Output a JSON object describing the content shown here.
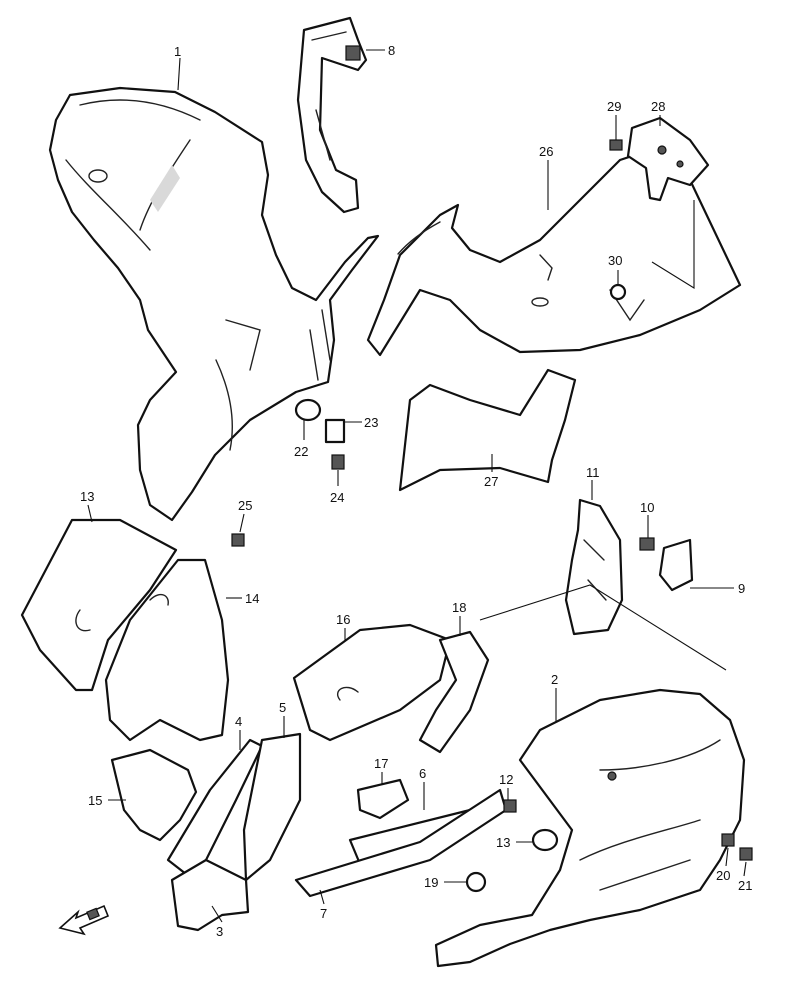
{
  "callouts": [
    {
      "id": "c1",
      "label": "1"
    },
    {
      "id": "c8",
      "label": "8"
    },
    {
      "id": "c29a",
      "label": "29"
    },
    {
      "id": "c28",
      "label": "28"
    },
    {
      "id": "c26",
      "label": "26"
    },
    {
      "id": "c30",
      "label": "30"
    },
    {
      "id": "c23",
      "label": "23"
    },
    {
      "id": "c22",
      "label": "22"
    },
    {
      "id": "c24",
      "label": "24"
    },
    {
      "id": "c27",
      "label": "27"
    },
    {
      "id": "c25",
      "label": "25"
    },
    {
      "id": "c13a",
      "label": "13"
    },
    {
      "id": "c14",
      "label": "14"
    },
    {
      "id": "c11",
      "label": "11"
    },
    {
      "id": "c10",
      "label": "10"
    },
    {
      "id": "c9",
      "label": "9"
    },
    {
      "id": "c16",
      "label": "16"
    },
    {
      "id": "c18",
      "label": "18"
    },
    {
      "id": "c2",
      "label": "2"
    },
    {
      "id": "c4",
      "label": "4"
    },
    {
      "id": "c5",
      "label": "5"
    },
    {
      "id": "c15",
      "label": "15"
    },
    {
      "id": "c17",
      "label": "17"
    },
    {
      "id": "c6",
      "label": "6"
    },
    {
      "id": "c12",
      "label": "12"
    },
    {
      "id": "c13b",
      "label": "13"
    },
    {
      "id": "c19",
      "label": "19"
    },
    {
      "id": "c7",
      "label": "7"
    },
    {
      "id": "c3",
      "label": "3"
    },
    {
      "id": "c20",
      "label": "20"
    },
    {
      "id": "c21",
      "label": "21"
    }
  ],
  "icons": {
    "front_arrow": "front-direction-arrow-icon"
  }
}
